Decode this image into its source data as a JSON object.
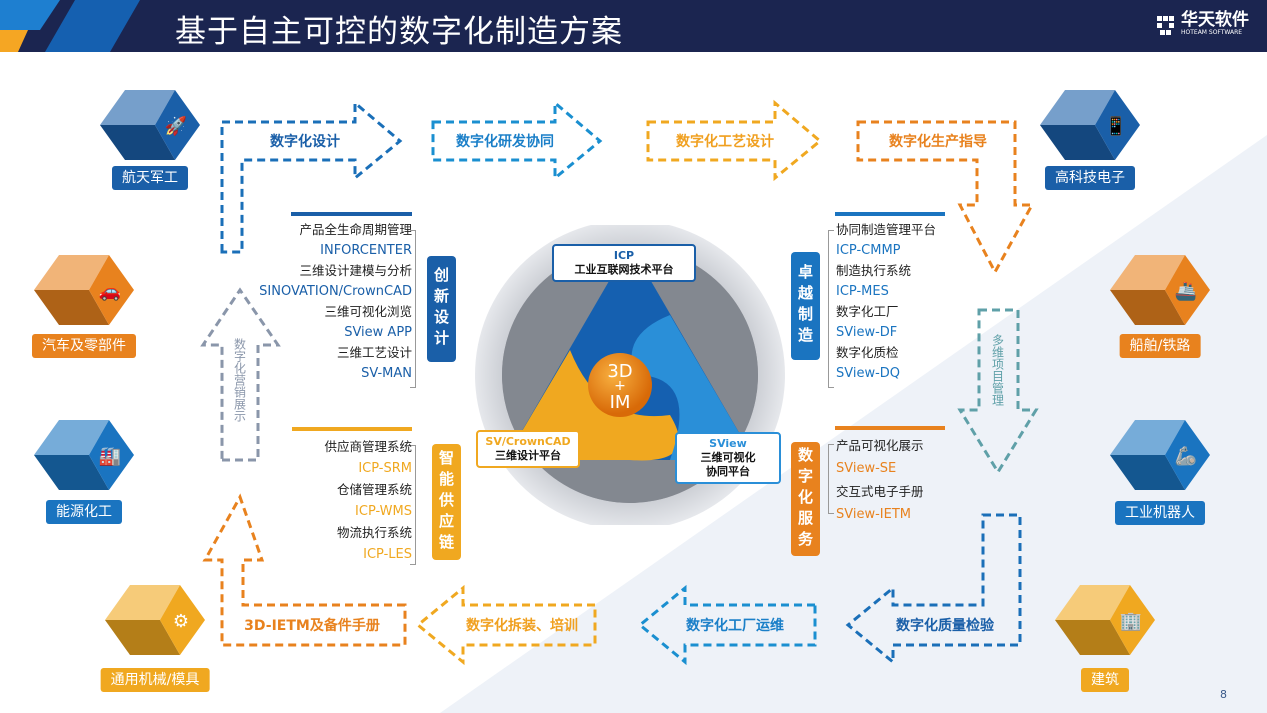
{
  "header": {
    "title": "基于自主可控的数字化制造方案",
    "logo_cn": "华天软件",
    "logo_en": "HOTEAM SOFTWARE"
  },
  "industries": [
    {
      "label": "航天军工",
      "icon": "rocket-icon",
      "color": "#1a5fa8"
    },
    {
      "label": "汽车及零部件",
      "icon": "car-icon",
      "color": "#e8821e"
    },
    {
      "label": "能源化工",
      "icon": "factory-icon",
      "color": "#1a74c0"
    },
    {
      "label": "通用机械/模具",
      "icon": "gear-wrench-icon",
      "color": "#f0a820"
    },
    {
      "label": "高科技电子",
      "icon": "mobile-devices-icon",
      "color": "#1a5fa8"
    },
    {
      "label": "船舶/铁路",
      "icon": "ship-icon",
      "color": "#e8821e"
    },
    {
      "label": "工业机器人",
      "icon": "robot-arm-icon",
      "color": "#1a74c0"
    },
    {
      "label": "建筑",
      "icon": "building-icon",
      "color": "#f0a820"
    }
  ],
  "flow": {
    "top": [
      "数字化设计",
      "数字化研发协同",
      "数字化工艺设计",
      "数字化生产指导"
    ],
    "right": "多维项目管理",
    "bottom": [
      "数字化质量检验",
      "数字化工厂运维",
      "数字化拆装、培训",
      "3D-IETM及备件手册"
    ],
    "left": "数字化营销展示"
  },
  "groups": {
    "design": {
      "badge": "创新设计",
      "items": [
        [
          "产品全生命周期管理",
          "INFORCENTER"
        ],
        [
          "三维设计建模与分析",
          "SINOVATION/CrownCAD"
        ],
        [
          "三维可视化浏览",
          "SView APP"
        ],
        [
          "三维工艺设计",
          "SV-MAN"
        ]
      ]
    },
    "supply": {
      "badge": "智能供应链",
      "items": [
        [
          "供应商管理系统",
          "ICP-SRM"
        ],
        [
          "仓储管理系统",
          "ICP-WMS"
        ],
        [
          "物流执行系统",
          "ICP-LES"
        ]
      ]
    },
    "manufacture": {
      "badge": "卓越制造",
      "items": [
        [
          "协同制造管理平台",
          "ICP-CMMP"
        ],
        [
          "制造执行系统",
          "ICP-MES"
        ],
        [
          "数字化工厂",
          "SView-DF"
        ],
        [
          "数字化质检",
          "SView-DQ"
        ]
      ]
    },
    "service": {
      "badge": "数字化服务",
      "items": [
        [
          "产品可视化展示",
          "SView-SE"
        ],
        [
          "交互式电子手册",
          "SView-IETM"
        ]
      ]
    }
  },
  "center": {
    "icp": {
      "name": "ICP",
      "desc": "工业互联网技术平台"
    },
    "sv": {
      "name": "SV/CrownCAD",
      "desc": "三维设计平台"
    },
    "sview": {
      "name": "SView",
      "desc1": "三维可视化",
      "desc2": "协同平台"
    },
    "core": [
      "3D",
      "+",
      "IM"
    ]
  },
  "page_number": "8"
}
